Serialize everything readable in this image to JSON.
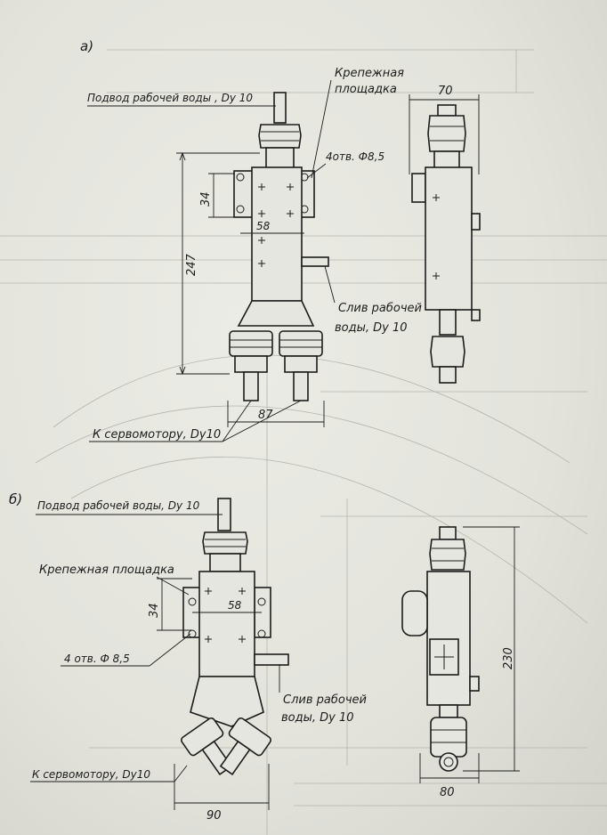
{
  "figure_a": {
    "label": "а)",
    "inlet": "Подвод рабочей воды , Dy 10",
    "platform": "Крепежная",
    "platform2": "площадка",
    "holes": "4отв. Ф8,5",
    "drain1": "Слив рабочей",
    "drain2": "воды, Dy 10",
    "servo": "К сервомотору, Dy10",
    "dim_height": "247",
    "dim_34": "34",
    "dim_58": "58",
    "dim_87": "87",
    "dim_side": "70"
  },
  "figure_b": {
    "label": "б)",
    "inlet": "Подвод рабочей воды, Dy 10",
    "platform": "Крепежная площадка",
    "holes": "4 отв.  Ф 8,5",
    "drain1": "Слив рабочей",
    "drain2": "воды,  Dy  10",
    "servo": "К сервомотору, Dy10",
    "dim_34": "34",
    "dim_58": "58",
    "dim_90": "90",
    "dim_height": "230",
    "dim_side": "80"
  }
}
